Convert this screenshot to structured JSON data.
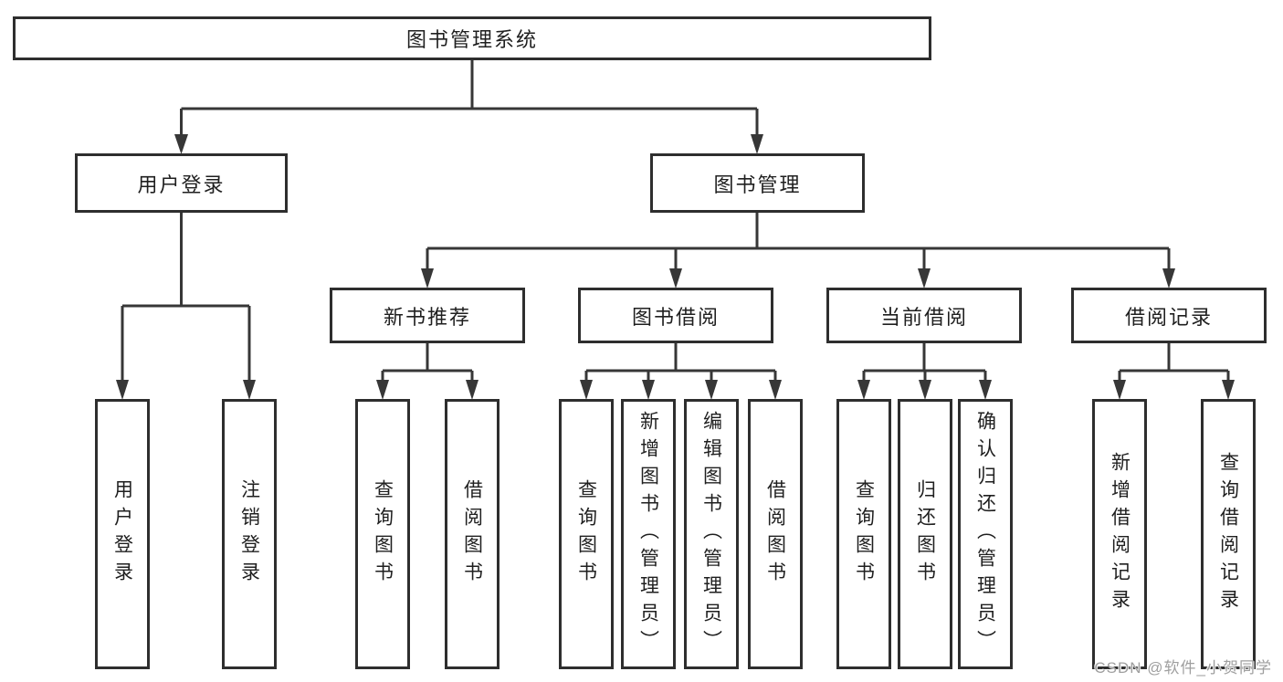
{
  "meta": {
    "watermark": "CSDN @软件_小贺同学"
  },
  "colors": {
    "background": "#ffffff",
    "box_border": "#2e2e2e",
    "connector_line": "#373737",
    "arrowhead": "#373737",
    "text": "#1f1f1f",
    "watermark": "#9f9f9f"
  },
  "tree": {
    "label": "图书管理系统",
    "children": [
      {
        "label": "用户登录",
        "children": [
          {
            "label": "用户登录"
          },
          {
            "label": "注销登录"
          }
        ]
      },
      {
        "label": "图书管理",
        "children": [
          {
            "label": "新书推荐",
            "children": [
              {
                "label": "查询图书"
              },
              {
                "label": "借阅图书"
              }
            ]
          },
          {
            "label": "图书借阅",
            "children": [
              {
                "label": "查询图书"
              },
              {
                "label": "新增图书（管理员）"
              },
              {
                "label": "编辑图书（管理员）"
              },
              {
                "label": "借阅图书"
              }
            ]
          },
          {
            "label": "当前借阅",
            "children": [
              {
                "label": "查询图书"
              },
              {
                "label": "归还图书"
              },
              {
                "label": "确认归还（管理员）"
              }
            ]
          },
          {
            "label": "借阅记录",
            "children": [
              {
                "label": "新增借阅记录"
              },
              {
                "label": "查询借阅记录"
              }
            ]
          }
        ]
      }
    ]
  }
}
